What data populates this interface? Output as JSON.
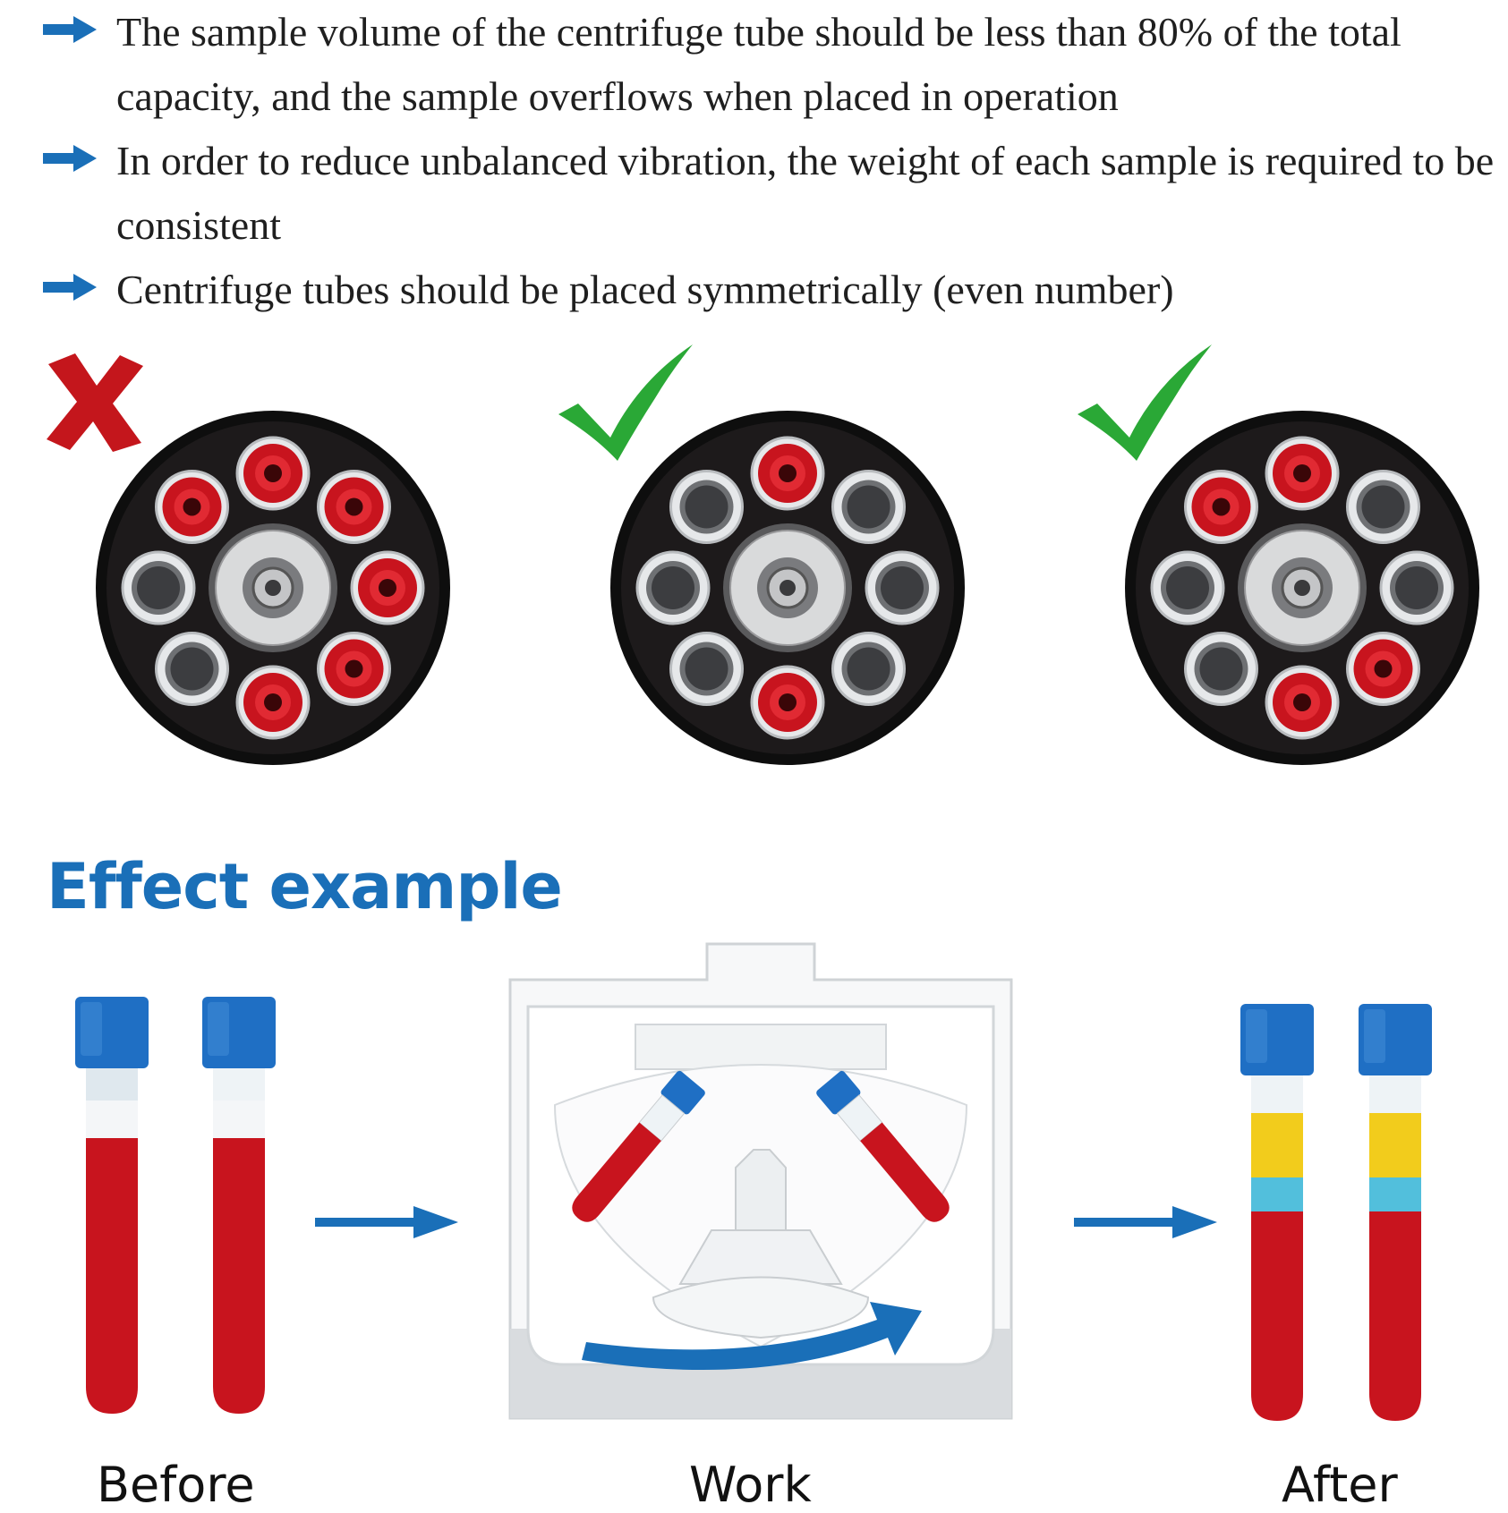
{
  "bullets": [
    {
      "icon": "right-arrow-icon",
      "text": "The sample volume of the centrifuge tube should be less than 80% of the total capacity, and the sample overflows when placed in operation"
    },
    {
      "icon": "right-arrow-icon",
      "text": "In order to reduce unbalanced vibration, the weight of each sample is required to be consistent"
    },
    {
      "icon": "right-arrow-icon",
      "text": "Centrifuge tubes should be placed symmetrically (even number)"
    }
  ],
  "rotors": [
    {
      "mark": "cross-mark-icon",
      "filled_slots": [
        0,
        1,
        7,
        3,
        4,
        2
      ]
    },
    {
      "mark": "check-mark-icon",
      "filled_slots": [
        0,
        4
      ]
    },
    {
      "mark": "check-mark-icon",
      "filled_slots": [
        0,
        7,
        3,
        4
      ]
    }
  ],
  "section_title": "Effect example",
  "stages": {
    "before": "Before",
    "work": "Work",
    "after": "After"
  },
  "colors": {
    "arrow_blue": "#1a6fb8",
    "cap_blue": "#1f6fc4",
    "blood_red": "#c8141e",
    "plasma_yellow": "#f2cc1c",
    "buffy_cyan": "#52bfdc",
    "check_green": "#2aa836",
    "cross_red": "#c4161c",
    "rotor_black": "#1a1a1a"
  }
}
